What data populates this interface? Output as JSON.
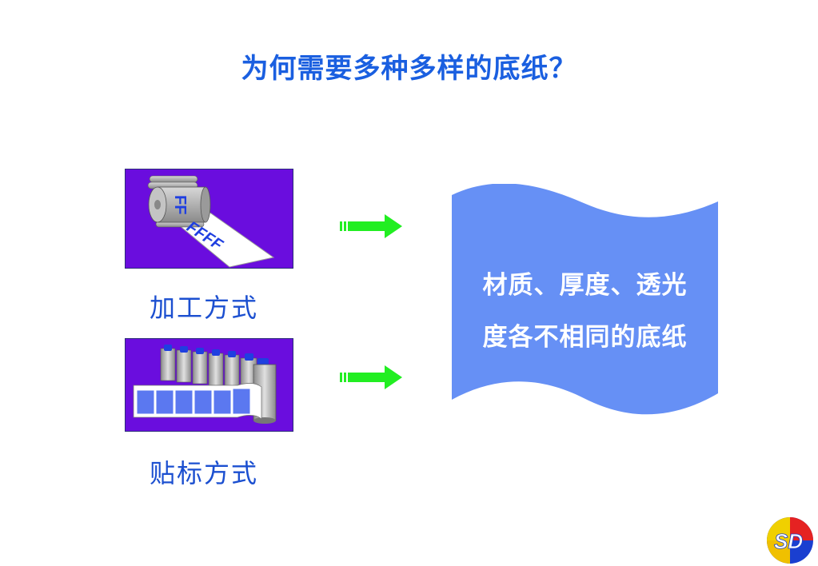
{
  "title": "为何需要多种多样的底纸？",
  "process_panel": {
    "label": "加工方式",
    "roll_text": "FFFF"
  },
  "label_panel": {
    "label": "贴标方式"
  },
  "result_box": {
    "line1": "材质、厚度、透光",
    "line2": "度各不相同的底纸"
  },
  "logo": {
    "text": "SD"
  },
  "colors": {
    "title": "#1a5fe0",
    "panel_bg": "#6a0dde",
    "arrow": "#22ee22",
    "wave": "#6690f5",
    "label": "#1b4fd0"
  },
  "icons": [
    "printing-roller-icon",
    "labeling-machine-icon",
    "arrow-right-icon",
    "arrow-right-icon",
    "sd-logo-icon"
  ]
}
